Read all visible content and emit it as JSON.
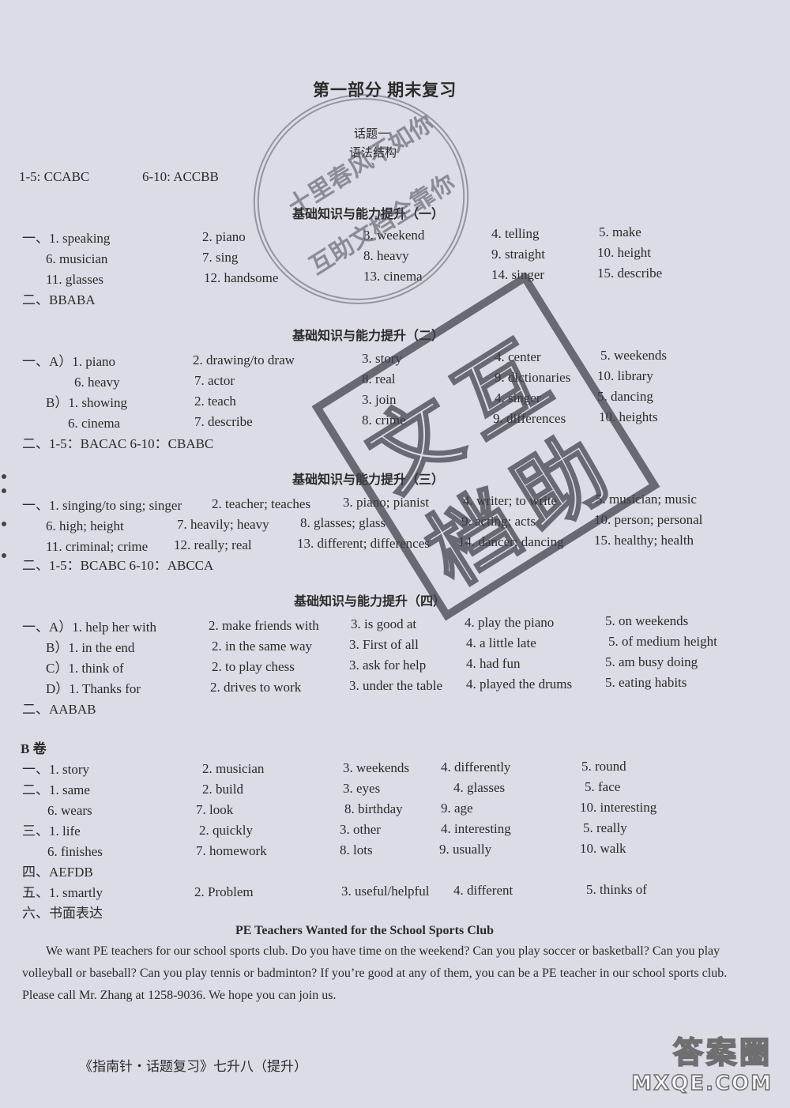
{
  "title": "第一部分 期末复习",
  "topic": "话题一",
  "grammar_note": "语法结构",
  "intro_answers": {
    "a": "1-5:  CCABC",
    "b": "6-10:  ACCBB"
  },
  "sections": {
    "s1": {
      "heading": "基础知识与能力提升（一）",
      "rows": [
        [
          "一、1. speaking",
          "2. piano",
          "3. weekend",
          "4. telling",
          "5. make"
        ],
        [
          "6. musician",
          "7. sing",
          "8. heavy",
          "9. straight",
          "10. height"
        ],
        [
          "11. glasses",
          "12. handsome",
          "13. cinema",
          "14. singer",
          "15. describe"
        ]
      ],
      "part2": "二、BBABA"
    },
    "s2": {
      "heading": "基础知识与能力提升（二）",
      "rows": [
        [
          "一、A）1. piano",
          "2. drawing/to draw",
          "3. story",
          "4. center",
          "5. weekends"
        ],
        [
          "6. heavy",
          "7. actor",
          "8. real",
          "9. dictionaries",
          "10. library"
        ],
        [
          "B）1. showing",
          "2. teach",
          "3. join",
          "4. singer",
          "5. dancing"
        ],
        [
          "6. cinema",
          "7. describe",
          "8. crime",
          "9. differences",
          "10. heights"
        ]
      ],
      "part2": "二、1-5：BACAC     6-10：CBABC"
    },
    "s3": {
      "heading": "基础知识与能力提升（三）",
      "rows": [
        [
          "一、1. singing/to sing; singer",
          "2. teacher; teaches",
          "3. piano; pianist",
          "4. writer; to write",
          "5. musician; music"
        ],
        [
          "6. high; height",
          "7. heavily; heavy",
          "8. glasses; glass",
          "9. acting; acts",
          "10. person; personal"
        ],
        [
          "11. criminal; crime",
          "12. really; real",
          "13. different; differences",
          "14. dancer; dancing",
          "15. healthy; health"
        ]
      ],
      "part2": "二、1-5：BCABC     6-10：ABCCA"
    },
    "s4": {
      "heading": "基础知识与能力提升（四）",
      "rows": [
        [
          "一、A）1. help her with",
          "2. make friends with",
          "3. is good at",
          "4. play the piano",
          "5. on weekends"
        ],
        [
          "B）1. in the end",
          "2. in the same way",
          "3. First of all",
          "4. a little late",
          "5. of medium height"
        ],
        [
          "C）1. think of",
          "2. to play chess",
          "3. ask for help",
          "4. had fun",
          "5. am busy doing"
        ],
        [
          "D）1. Thanks for",
          "2. drives to work",
          "3. under the table",
          "4. played the drums",
          "5. eating habits"
        ]
      ],
      "part2": "二、AABAB"
    }
  },
  "b_paper": {
    "heading": "B 卷",
    "rows": [
      [
        "一、1. story",
        "2. musician",
        "3. weekends",
        "4. differently",
        "5. round"
      ],
      [
        "二、1. same",
        "2. build",
        "3. eyes",
        "4. glasses",
        "5. face"
      ],
      [
        "6. wears",
        "7. look",
        "8. birthday",
        "9. age",
        "10. interesting"
      ],
      [
        "三、1. life",
        "2. quickly",
        "3. other",
        "4. interesting",
        "5. really"
      ],
      [
        "6. finishes",
        "7. homework",
        "8. lots",
        "9. usually",
        "10. walk"
      ],
      [
        "四、AEFDB"
      ],
      [
        "五、1. smartly",
        "2. Problem",
        "3. useful/helpful",
        "4. different",
        "5. thinks of"
      ],
      [
        "六、书面表达"
      ]
    ]
  },
  "essay": {
    "title": "PE Teachers Wanted for the School Sports Club",
    "body": "We want PE teachers for our school sports club. Do you have time on the weekend? Can you play soccer or basketball? Can you play volleyball or baseball? Can you play tennis or badminton? If you’re good at any of them, you can be a PE teacher in our school sports club. Please call Mr. Zhang at 1258-9036. We hope you can join us."
  },
  "footer": "《指南针・话题复习》七升八（提升）",
  "stamps": {
    "round_text_1": "十里春风不如你",
    "round_text_2": "互助文档全靠你",
    "square_chars": [
      "互",
      "助",
      "文",
      "档"
    ]
  },
  "watermark": {
    "big": "答案圈",
    "small": "MXQE.COM"
  }
}
